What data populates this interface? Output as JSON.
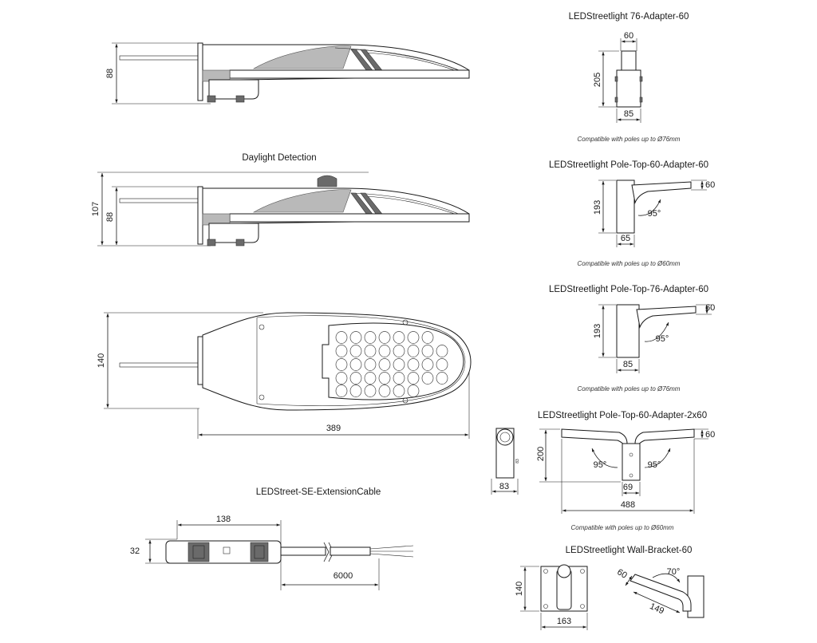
{
  "luminaire": {
    "side_view": {
      "height": "88"
    },
    "daylight_view": {
      "title": "Daylight Detection",
      "total_height": "107",
      "height": "88"
    },
    "top_view": {
      "width": "140",
      "length": "389"
    }
  },
  "adapter_76": {
    "title": "LEDStreetlight 76-Adapter-60",
    "top": "60",
    "height": "205",
    "bottom": "85",
    "note": "Compatible with poles up to Ø76mm"
  },
  "pole_top_60": {
    "title": "LEDStreetlight Pole-Top-60-Adapter-60",
    "arm": "60",
    "height": "193",
    "angle": "95°",
    "bottom": "65",
    "note": "Compatible with poles up to Ø60mm"
  },
  "pole_top_76": {
    "title": "LEDStreetlight Pole-Top-76-Adapter-60",
    "arm": "60",
    "height": "193",
    "angle": "95°",
    "bottom": "85",
    "note": "Compatible with poles up to Ø76mm"
  },
  "pole_top_2x60": {
    "title": "LEDStreetlight Pole-Top-60-Adapter-2x60",
    "arm": "60",
    "height": "200",
    "angle_left": "95°",
    "angle_right": "95°",
    "center": "69",
    "width": "488",
    "note": "Compatible with poles up to Ø60mm"
  },
  "sensor_part": {
    "small_label": "83",
    "width": "83"
  },
  "extension_cable": {
    "title": "LEDStreet-SE-ExtensionCable",
    "body_length": "138",
    "height": "32",
    "cable_length": "6000"
  },
  "wall_bracket": {
    "title": "LEDStreetlight Wall-Bracket-60",
    "height": "140",
    "width": "163",
    "diameter": "60",
    "angle": "70°",
    "length": "149"
  }
}
